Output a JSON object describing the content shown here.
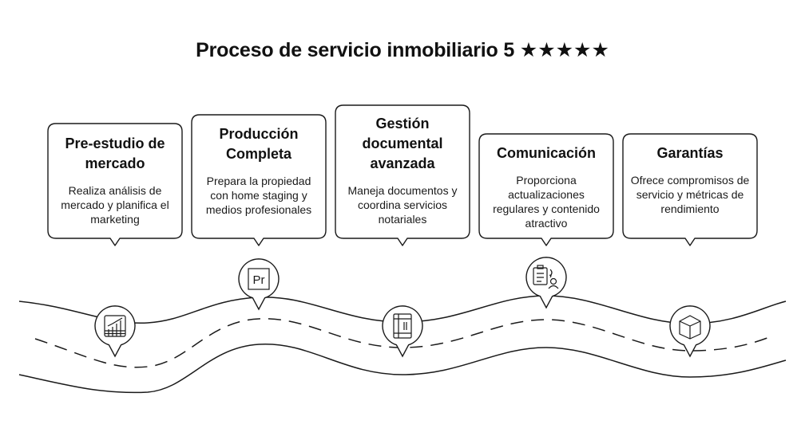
{
  "title": "Proceso de servicio inmobiliario 5",
  "title_stars": "★★★★★",
  "steps": [
    {
      "heading": "Pre-estudio de mercado",
      "description": "Realiza análisis de mercado y planifica el marketing",
      "icon": "bar-chart-grid-icon"
    },
    {
      "heading": "Producción Completa",
      "description": "Prepara la propiedad con home staging y medios profesionales",
      "icon": "pr-logo-icon"
    },
    {
      "heading": "Gestión documental avanzada",
      "description": "Maneja documentos y coordina servicios notariales",
      "icon": "document-icon"
    },
    {
      "heading": "Comunicación",
      "description": "Proporciona actualizaciones regulares y contenido atractivo",
      "icon": "clipboard-user-icon"
    },
    {
      "heading": "Garantías",
      "description": "Ofrece compromisos de servicio y métricas de rendimiento",
      "icon": "box-icon"
    }
  ],
  "colors": {
    "stroke": "#1a1a1a",
    "background": "#ffffff",
    "text": "#111111"
  }
}
